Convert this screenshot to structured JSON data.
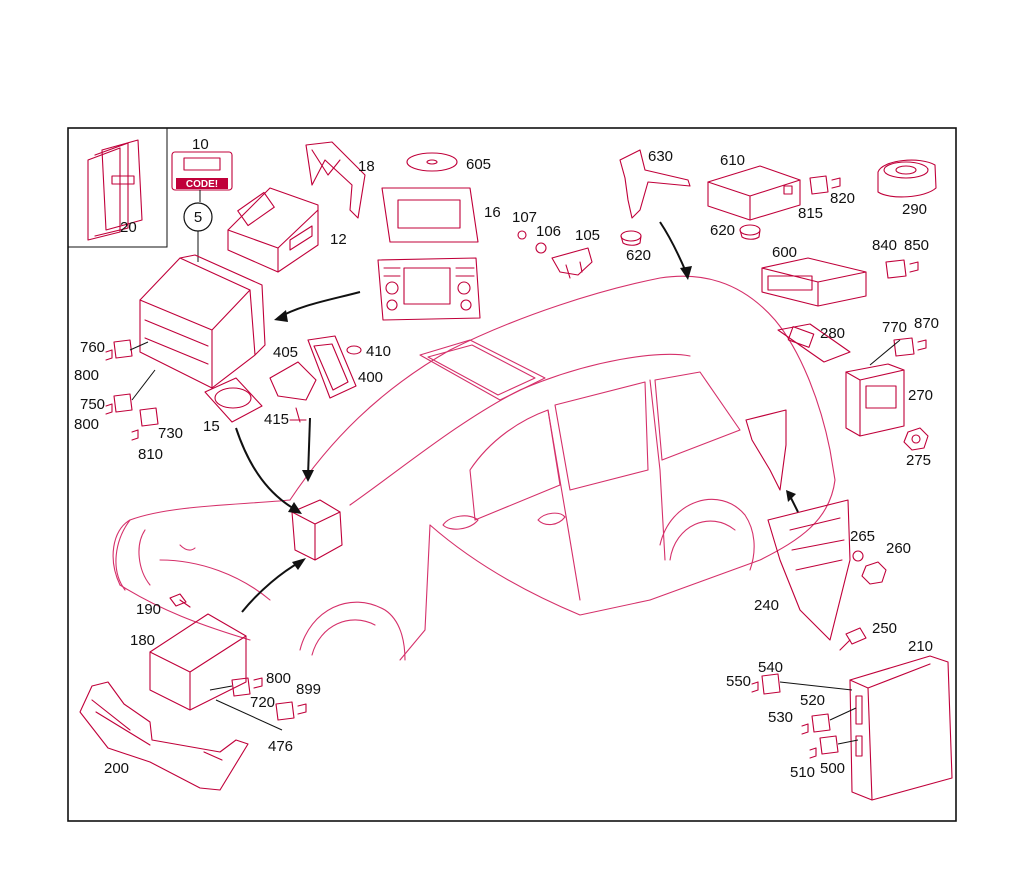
{
  "diagram": {
    "code_badge_text": "CODE!",
    "callout_number": "5",
    "labels": {
      "p10": "10",
      "p20": "20",
      "p18": "18",
      "p605": "605",
      "p16": "16",
      "p12": "12",
      "p107": "107",
      "p106": "106",
      "p105": "105",
      "p630": "630",
      "p620": "620",
      "p610": "610",
      "p620b": "620",
      "p815": "815",
      "p820": "820",
      "p290": "290",
      "p600": "600",
      "p840": "840",
      "p850": "850",
      "p280": "280",
      "p770": "770",
      "p870": "870",
      "p270": "270",
      "p275": "275",
      "p760": "760",
      "p800": "800",
      "p750": "750",
      "p800b": "800",
      "p730": "730",
      "p810": "810",
      "p15": "15",
      "p405": "405",
      "p410": "410",
      "p400": "400",
      "p415": "415",
      "p265": "265",
      "p260": "260",
      "p240": "240",
      "p250": "250",
      "p210": "210",
      "p190": "190",
      "p180": "180",
      "p800c": "800",
      "p720": "720",
      "p899": "899",
      "p476": "476",
      "p200": "200",
      "p540": "540",
      "p550": "550",
      "p520": "520",
      "p530": "530",
      "p510": "510",
      "p500": "500"
    }
  },
  "colors": {
    "line_art": "#c0003a",
    "frame": "#111111",
    "labels": "#111111",
    "background": "#ffffff"
  }
}
